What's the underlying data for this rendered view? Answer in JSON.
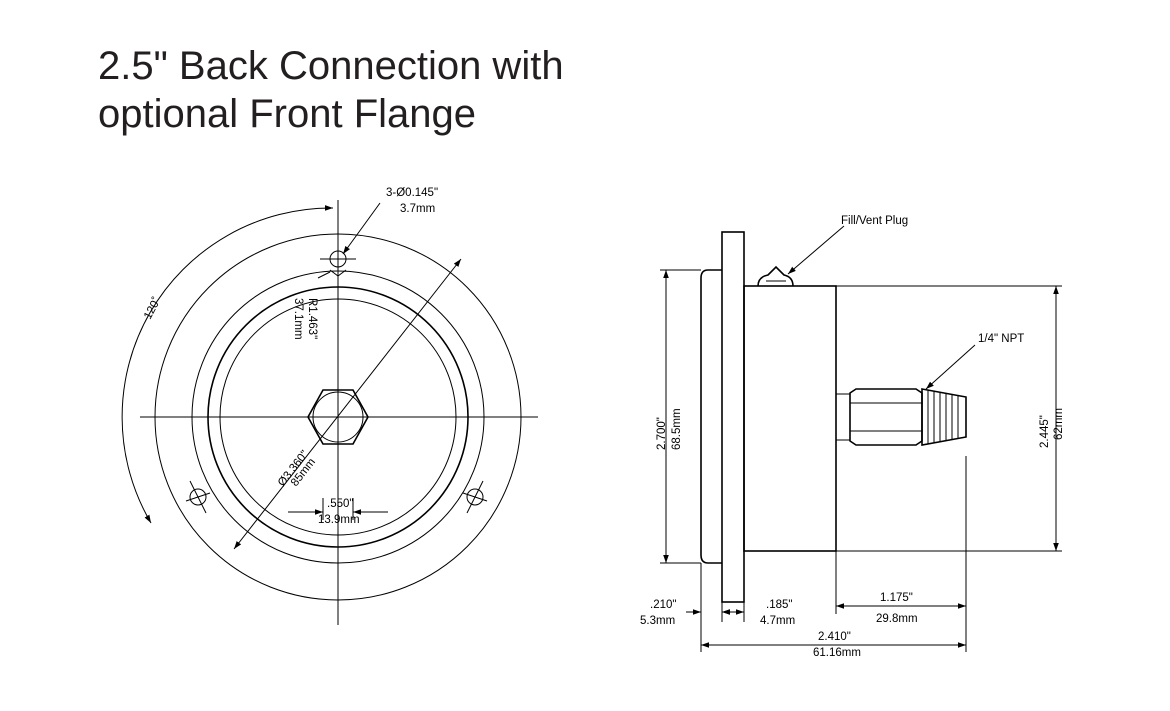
{
  "title": {
    "line1": "2.5\" Back Connection with",
    "line2": "optional Front Flange"
  },
  "front_view": {
    "hole_callout": {
      "qty_dia": "3-Ø0.145\"",
      "mm": "3.7mm"
    },
    "angle": "120˚",
    "radius": {
      "inch": "R1.463\"",
      "mm": "37.1mm"
    },
    "diameter": {
      "inch": "Ø3.360\"",
      "mm": "85mm"
    },
    "hex": {
      "inch": ".550\"",
      "mm": "13.9mm"
    }
  },
  "side_view": {
    "plug_label": "Fill/Vent Plug",
    "npt_label": "1/4\" NPT",
    "height_overall": {
      "inch": "2.700\"",
      "mm": "68.5mm"
    },
    "case_height": {
      "inch": "2.445\"",
      "mm": "62mm"
    },
    "flange_thickness": {
      "inch": ".210\"",
      "mm": "5.3mm"
    },
    "flange_gap": {
      "inch": ".185\"",
      "mm": "4.7mm"
    },
    "stem_length": {
      "inch": "1.175\"",
      "mm": "29.8mm"
    },
    "overall_depth": {
      "inch": "2.410\"",
      "mm": "61.16mm"
    }
  }
}
